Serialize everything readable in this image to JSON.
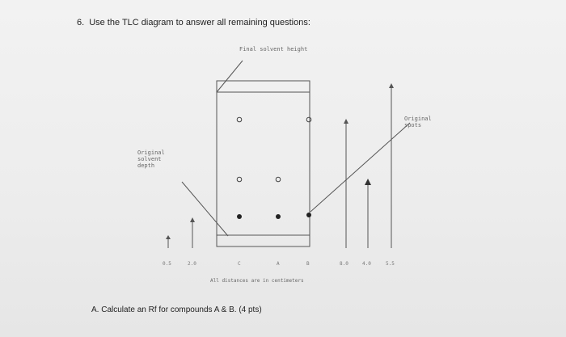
{
  "question": {
    "number": "6.",
    "text": "Use the TLC diagram to answer all remaining questions:"
  },
  "diagram": {
    "final_solvent_label": "Final solvent height",
    "original_spots_label": [
      "Original",
      "spots"
    ],
    "original_solvent_depth_label": [
      "Original",
      "solvent",
      "depth"
    ],
    "tick_labels": [
      "0.5",
      "2.0",
      "C",
      "A",
      "B",
      "8.0",
      "4.0",
      "5.5"
    ],
    "footer": "All distances are in centimeters"
  },
  "subquestion_a": "A.  Calculate an Rf for compounds A & B. (4 pts)"
}
